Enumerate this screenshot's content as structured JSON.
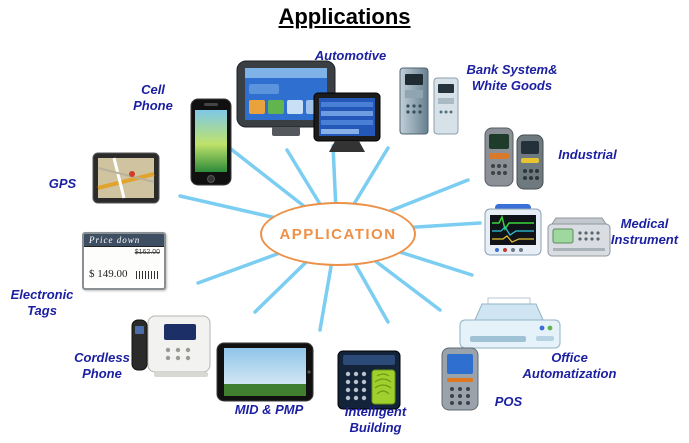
{
  "title": "Applications",
  "center": {
    "label": "APPLICATION"
  },
  "nodes": [
    {
      "id": "cell-phone",
      "label": "Cell\nPhone"
    },
    {
      "id": "automotive",
      "label": "Automotive"
    },
    {
      "id": "bank-system",
      "label": "Bank System&\nWhite Goods"
    },
    {
      "id": "industrial",
      "label": "Industrial"
    },
    {
      "id": "medical-instrument",
      "label": "Medical\nInstrument"
    },
    {
      "id": "office-automatization",
      "label": "Office\nAutomatization"
    },
    {
      "id": "pos",
      "label": "POS"
    },
    {
      "id": "intelligent-building",
      "label": "Intelligent\nBuilding"
    },
    {
      "id": "mid-pmp",
      "label": "MID & PMP"
    },
    {
      "id": "cordless-phone",
      "label": "Cordless\nPhone"
    },
    {
      "id": "electronic-tags",
      "label": "Electronic\nTags"
    },
    {
      "id": "gps",
      "label": "GPS"
    }
  ],
  "electronic_tag": {
    "header": "Price down",
    "old_price": "$162.00",
    "price": "$ 149.00"
  },
  "colors": {
    "ray": "#7BCDF2",
    "label": "#1b1fa0",
    "accent": "#ED9149"
  }
}
